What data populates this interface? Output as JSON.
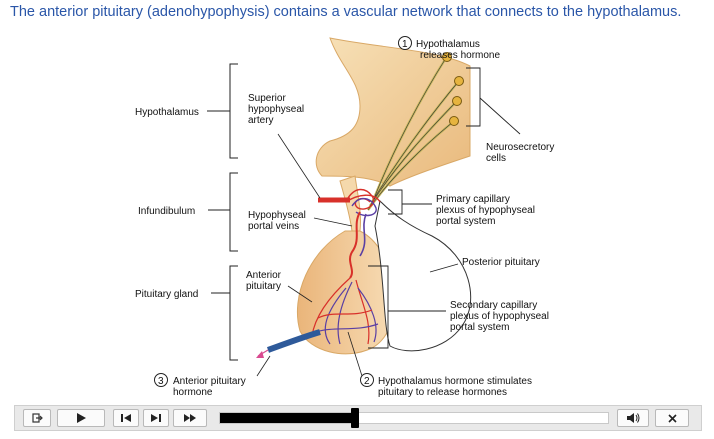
{
  "caption": "The anterior pituitary (adenohypophysis) contains a vascular network that connects to the hypothalamus.",
  "diagram": {
    "left_labels": {
      "hypothalamus": "Hypothalamus",
      "infundibulum": "Infundibulum",
      "pituitary_gland": "Pituitary gland"
    },
    "inner_labels": {
      "superior_artery": [
        "Superior",
        "hypophyseal",
        "artery"
      ],
      "portal_veins": [
        "Hypophyseal",
        "portal veins"
      ],
      "anterior_pituitary": [
        "Anterior",
        "pituitary"
      ]
    },
    "right_labels": {
      "neurosecretory": [
        "Neurosecretory",
        "cells"
      ],
      "primary_capillary": [
        "Primary capillary",
        "plexus of hypophyseal",
        "portal system"
      ],
      "posterior_pituitary": "Posterior pituitary",
      "secondary_capillary": [
        "Secondary capillary",
        "plexus of hypophyseal",
        "portal system"
      ]
    },
    "steps": [
      {
        "num": "1",
        "lines": [
          "Hypothalamus",
          "releases hormone"
        ]
      },
      {
        "num": "2",
        "lines": [
          "Hypothalamus hormone stimulates",
          "pituitary to release hormones"
        ]
      },
      {
        "num": "3",
        "lines": [
          "Anterior pituitary",
          "hormone"
        ]
      }
    ]
  },
  "player": {
    "progress": 0.35,
    "buttons": {
      "exit": "exit-icon",
      "play": "play-icon",
      "previous": "skip-previous-icon",
      "next": "skip-next-icon",
      "fast_forward": "fast-forward-icon",
      "volume": "volume-icon",
      "close": "close-icon"
    }
  }
}
